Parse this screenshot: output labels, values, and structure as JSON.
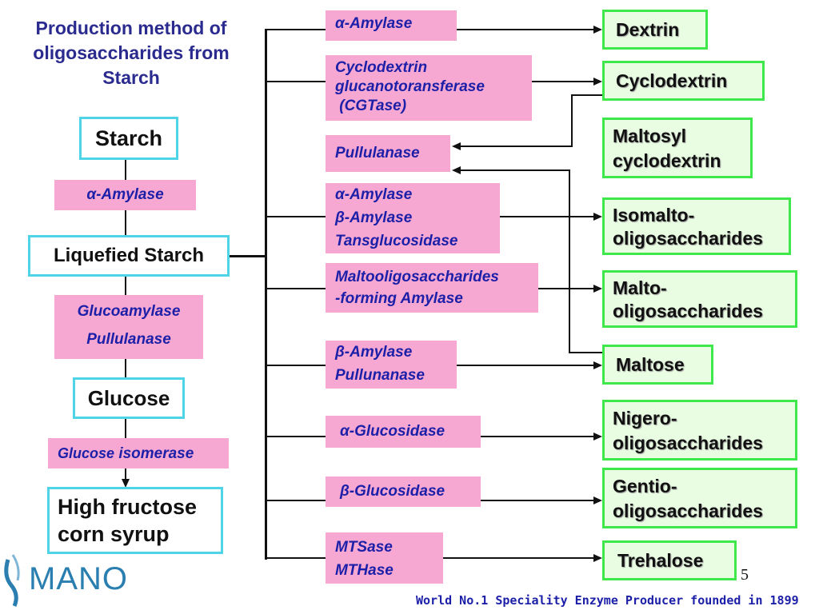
{
  "title": [
    "Production method of",
    "oligosaccharides from",
    "Starch"
  ],
  "left_chain": {
    "starch": "Starch",
    "enzyme1": "α-Amylase",
    "liquefied": "Liquefied Starch",
    "enzyme2": [
      "Glucoamylase",
      "Pullulanase"
    ],
    "glucose": "Glucose",
    "enzyme3_a": "Glucose",
    "enzyme3_b": "isomerase",
    "hfcs": [
      "High fructose",
      "corn syrup"
    ]
  },
  "enzymes": [
    [
      "α-Amylase"
    ],
    [
      "Cyclodextrin",
      "glucanotoransferase",
      " (CGTase)"
    ],
    [
      "Pullulanase"
    ],
    [
      "α-Amylase",
      "β-Amylase",
      "Tansglucosidase"
    ],
    [
      "Maltooligosaccharides",
      "-forming Amylase"
    ],
    [
      "β-Amylase",
      "Pullunanase"
    ],
    [
      "α-Glucosidase"
    ],
    [
      "β-Glucosidase"
    ],
    [
      "MTSase",
      "MTHase"
    ]
  ],
  "products": [
    [
      "Dextrin"
    ],
    [
      "Cyclodextrin"
    ],
    [
      "Maltosyl",
      "cyclodextrin"
    ],
    [
      "Isomalto-",
      "oligosaccharides"
    ],
    [
      "Malto-",
      "oligosaccharides"
    ],
    [
      "Maltose"
    ],
    [
      "Nigero-",
      "oligosaccharides"
    ],
    [
      "Gentio-",
      "oligosaccharides"
    ],
    [
      "Trehalose"
    ]
  ],
  "logo": "MANO",
  "page_number": "5",
  "footer": "World No.1 Speciality Enzyme Producer founded in 1899",
  "colors": {
    "title": "#2b2b8f",
    "enzyme_box": "#f7a8d2",
    "enzyme_text": "#1c1fa8",
    "product_border": "#3ee84a",
    "product_fill": "#e9fde2",
    "substrate_border": "#4fd3e6"
  }
}
